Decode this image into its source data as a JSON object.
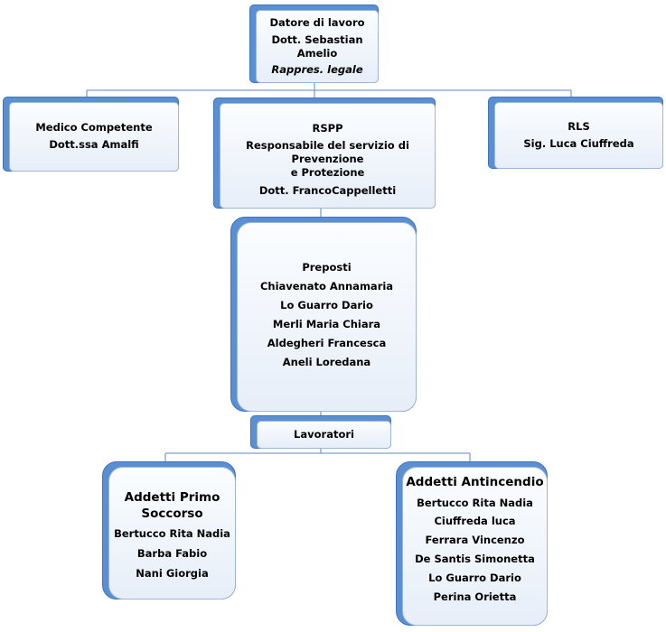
{
  "colors": {
    "shadow": "#5b8fd4",
    "line": "#7da0cc"
  },
  "datore": {
    "title": "Datore di lavoro",
    "name_line1": "Dott. Sebastian",
    "name_line2": "Amelio",
    "role": "Rappres. legale"
  },
  "medico": {
    "title": "Medico Competente",
    "name": "Dott.ssa Amalfi"
  },
  "rspp": {
    "title": "RSPP",
    "desc_line1": "Responsabile del servizio di Prevenzione",
    "desc_line2": "e Protezione",
    "name": "Dott. FrancoCappelletti"
  },
  "rls": {
    "title": "RLS",
    "name": "Sig. Luca Ciuffreda"
  },
  "preposti": {
    "title": "Preposti",
    "members": [
      "Chiavenato Annamaria",
      "Lo Guarro Dario",
      "Merli Maria Chiara",
      "Aldegheri Francesca",
      "Aneli Loredana"
    ]
  },
  "lavoratori": {
    "title": "Lavoratori"
  },
  "primo_soccorso": {
    "title_line1": "Addetti Primo",
    "title_line2": "Soccorso",
    "members": [
      "Bertucco Rita Nadia",
      "Barba Fabio",
      "Nani Giorgia"
    ]
  },
  "antincendio": {
    "title": "Addetti Antincendio",
    "members": [
      "Bertucco Rita Nadia",
      "Ciuffreda luca",
      "Ferrara Vincenzo",
      "De Santis Simonetta",
      "Lo Guarro Dario",
      "Perina Orietta"
    ]
  }
}
